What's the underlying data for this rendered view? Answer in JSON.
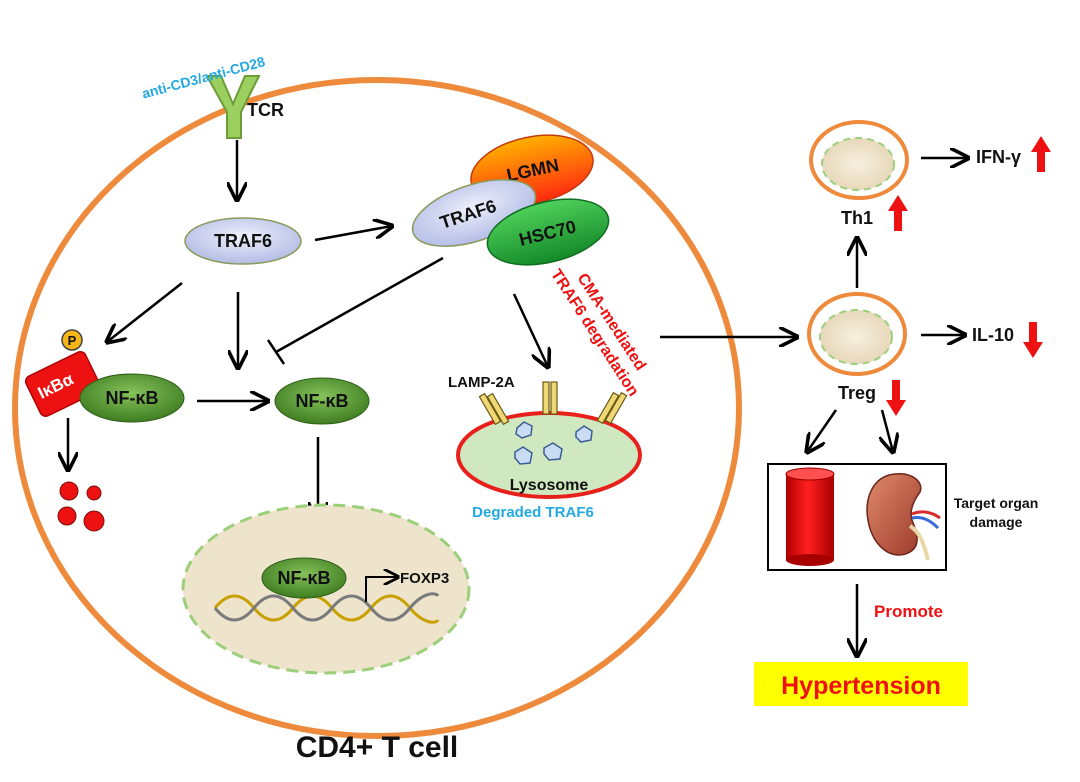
{
  "antibody_label": "anti-CD3/anti-CD28",
  "tcr_label": "TCR",
  "traf6_label": "TRAF6",
  "complex": {
    "traf6": "TRAF6",
    "lgmn": "LGMN",
    "hsc70": "HSC70"
  },
  "cma_label_line1": "CMA-mediated",
  "cma_label_line2": "TRAF6 degradation",
  "ikba_label": "IκBα",
  "phospho_label": "P",
  "nfkb_label": "NF-κB",
  "lamp2a_label": "LAMP-2A",
  "lysosome_label": "Lysosome",
  "degraded_label": "Degraded TRAF6",
  "foxp3_label": "FOXP3",
  "cell_label": "CD4+ T cell",
  "th1_label": "Th1",
  "treg_label": "Treg",
  "ifn_label": "IFN-γ",
  "il10_label": "IL-10",
  "organ_label_line1": "Target organ",
  "organ_label_line2": "damage",
  "promote_label": "Promote",
  "outcome_label": "Hypertension",
  "colors": {
    "cell_border": "#ee8a3c",
    "traf6_fill": "#cdd3ef",
    "nfkb_fill": "#5b9b35",
    "lgmn_fill": "#ff4d10",
    "lysosome_fill": "#cfe8c0",
    "lysosome_border": "#e8201c",
    "nucleus_fill": "#eee4cc",
    "nucleus_border": "#9ccf7a",
    "accent_red": "#ee1111",
    "accent_blue": "#22a9e1",
    "outcome_bg": "#ffff00"
  }
}
